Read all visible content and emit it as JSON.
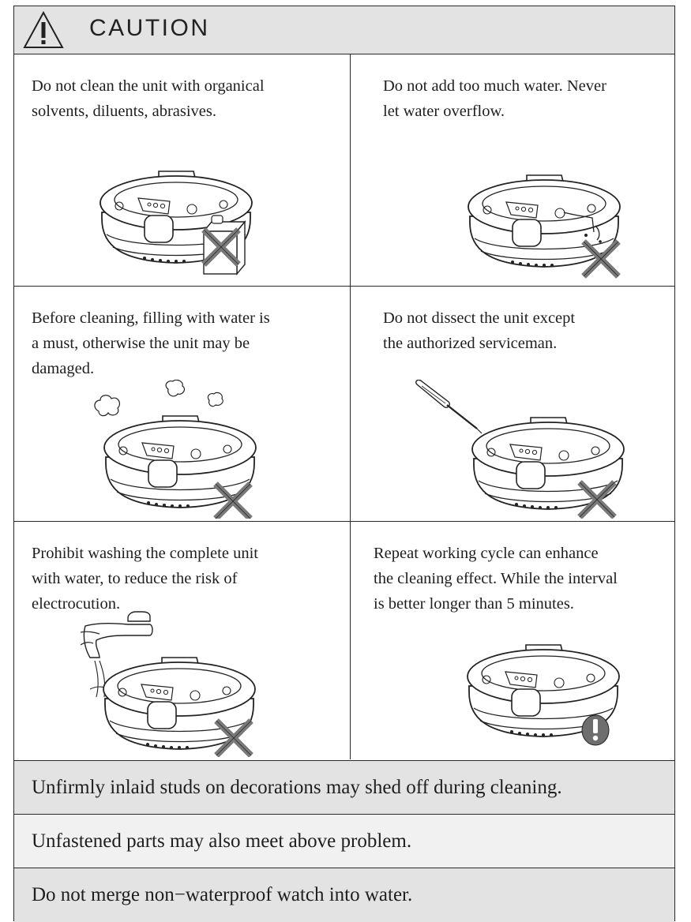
{
  "header": {
    "title": "CAUTION",
    "icon": "warning-triangle-icon"
  },
  "cells": [
    {
      "text": "Do not clean the unit with organical\nsolvents, diluents, abrasives.",
      "illustration": "cleaner-with-solvent-box",
      "mark": "prohibited"
    },
    {
      "text": "Do not add too much water. Never\nlet water overflow.",
      "illustration": "cleaner-overflowing",
      "mark": "prohibited"
    },
    {
      "text": "Before cleaning, filling with water is\na must, otherwise the unit may be\ndamaged.",
      "illustration": "cleaner-steaming-dry",
      "mark": "prohibited"
    },
    {
      "text": "Do not dissect the unit except\nthe authorized serviceman.",
      "illustration": "cleaner-with-screwdriver",
      "mark": "prohibited"
    },
    {
      "text": "Prohibit washing the complete unit\nwith water, to reduce the risk of\nelectrocution.",
      "illustration": "cleaner-under-tap",
      "mark": "prohibited"
    },
    {
      "text": "Repeat working cycle can enhance\nthe cleaning effect. While the interval\nis better longer than 5 minutes.",
      "illustration": "cleaner-plain",
      "mark": "attention"
    }
  ],
  "notes": [
    "Unfirmly inlaid studs on decorations may shed off during cleaning.",
    "Unfastened parts may also meet above problem.",
    "Do not merge non−waterproof watch into water."
  ],
  "colors": {
    "header_band": "#e3e3e3",
    "note_light": "#f1f1f1",
    "ink": "#1e1e1e",
    "cross_mark": "#7a7a7a",
    "attention_mark": "#6e6e6e"
  }
}
